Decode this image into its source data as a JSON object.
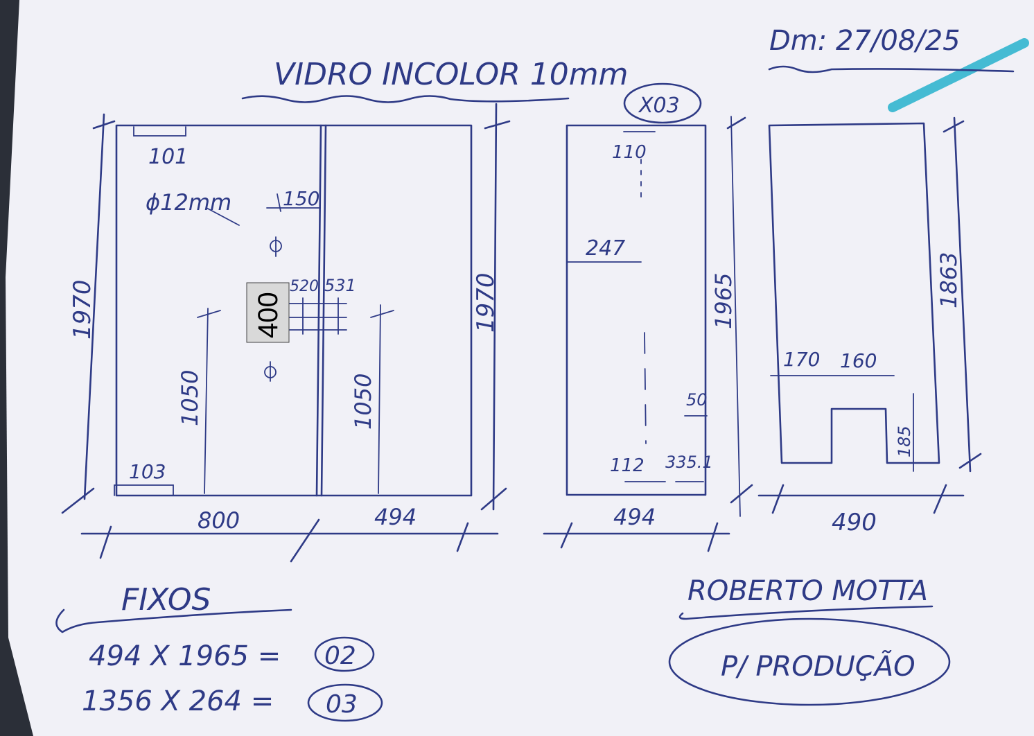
{
  "header": {
    "title": "VIDRO INCOLOR 10mm",
    "date": "Dm: 27/08/25",
    "quantity_tag": "X03"
  },
  "drawing1": {
    "hole_offset": "101",
    "hole_diameter": "ϕ12mm",
    "top_offset": "150",
    "spacing_a": "520",
    "spacing_b": "531",
    "label_box": "400",
    "height_left": "1970",
    "height_right": "1970",
    "handle_height_left": "1050",
    "handle_height_right": "1050",
    "bottom_offset": "103",
    "width_left": "800",
    "width_right": "494"
  },
  "drawing2": {
    "top_offset": "110",
    "mid_offset": "247",
    "height": "1965",
    "small_offset": "50",
    "bottom_a": "112",
    "bottom_b": "335.1",
    "width": "494"
  },
  "drawing3": {
    "height": "1863",
    "notch_a": "170",
    "notch_b": "160",
    "notch_height": "185",
    "width": "490"
  },
  "fixos": {
    "heading": "FIXOS",
    "rows": [
      {
        "spec": "494 X 1965 =",
        "qty": "02"
      },
      {
        "spec": "1356 X 264 =",
        "qty": "03"
      }
    ]
  },
  "client": {
    "name": "ROBERTO MOTTA",
    "stamp": "P/ PRODUÇÃO"
  },
  "colors": {
    "paper": "#f1f1f7",
    "ink": "#2e3a86",
    "highlighter": "#33b6d0"
  }
}
